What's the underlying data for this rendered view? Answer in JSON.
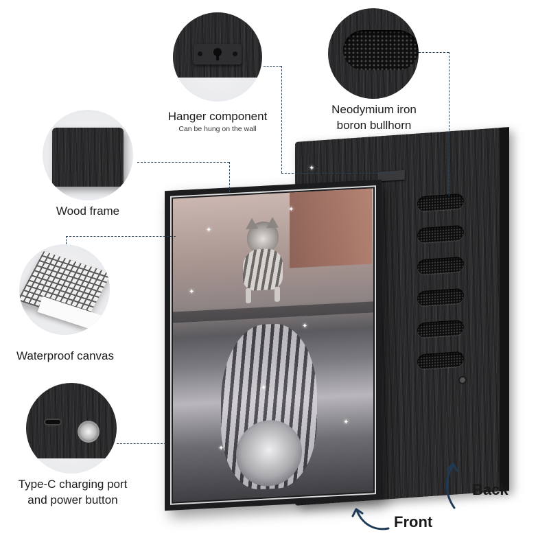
{
  "labels": {
    "hanger_title": "Hanger component",
    "hanger_sub": "Can be hung on the wall",
    "magnet_line1": "Neodymium iron",
    "magnet_line2": "boron bullhorn",
    "wood_frame": "Wood frame",
    "canvas": "Waterproof canvas",
    "port_line1": "Type-C charging port",
    "port_line2": "and power button",
    "back": "Back",
    "front": "Front"
  },
  "icons": {
    "sparkle": "✦"
  },
  "colors": {
    "leader": "#2e4256",
    "arrow": "#1f3a56",
    "frame_black": "#1c1c1e",
    "circle_bg": "#e8e9ec"
  }
}
